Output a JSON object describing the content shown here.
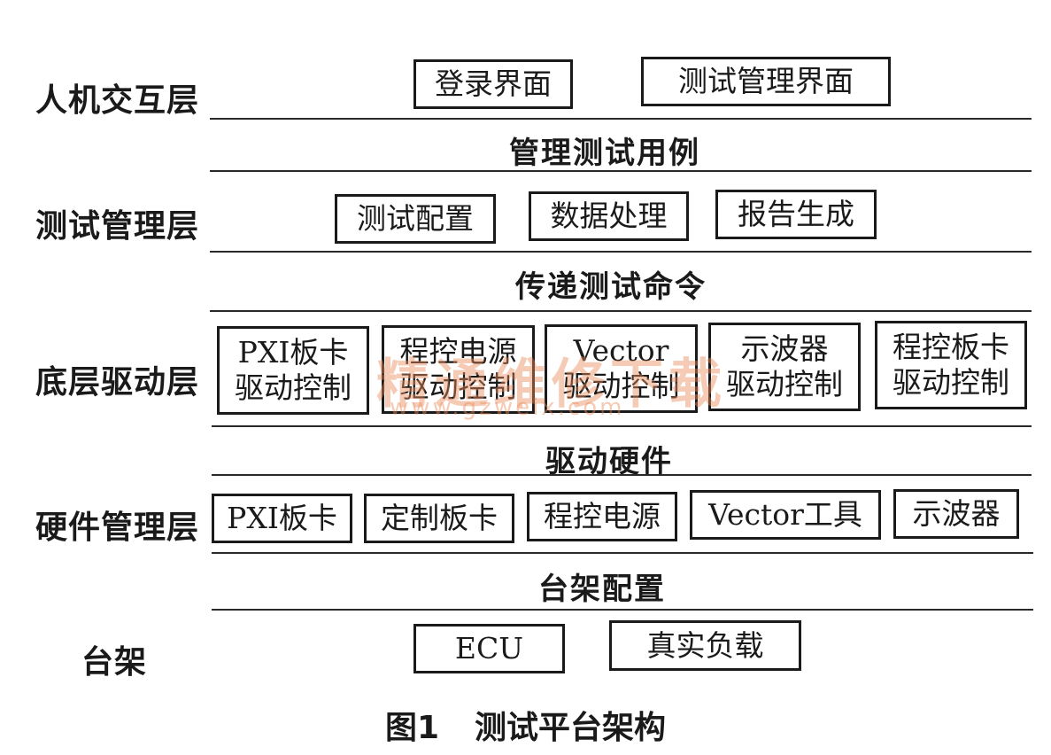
{
  "layers": {
    "hmi": "人机交互层",
    "test_mgmt": "测试管理层",
    "driver": "底层驱动层",
    "hardware": "硬件管理层",
    "rig": "台架"
  },
  "links": {
    "manage_cases": "管理测试用例",
    "pass_commands": "传递测试命令",
    "drive_hw": "驱动硬件",
    "rig_config": "台架配置"
  },
  "boxes": {
    "hmi": [
      "登录界面",
      "测试管理界面"
    ],
    "test_mgmt": [
      "测试配置",
      "数据处理",
      "报告生成"
    ],
    "driver": [
      {
        "line1": "PXI板卡",
        "line2": "驱动控制"
      },
      {
        "line1": "程控电源",
        "line2": "驱动控制"
      },
      {
        "line1": "Vector",
        "line2": "驱动控制"
      },
      {
        "line1": "示波器",
        "line2": "驱动控制"
      },
      {
        "line1": "程控板卡",
        "line2": "驱动控制"
      }
    ],
    "hardware": [
      "PXI板卡",
      "定制板卡",
      "程控电源",
      "Vector工具",
      "示波器"
    ],
    "rig": [
      "ECU",
      "真实负载"
    ]
  },
  "watermark": {
    "text": "精通维修下载",
    "url": "www.gzweix.com"
  },
  "caption": {
    "number": "图1",
    "title": "测试平台架构"
  }
}
